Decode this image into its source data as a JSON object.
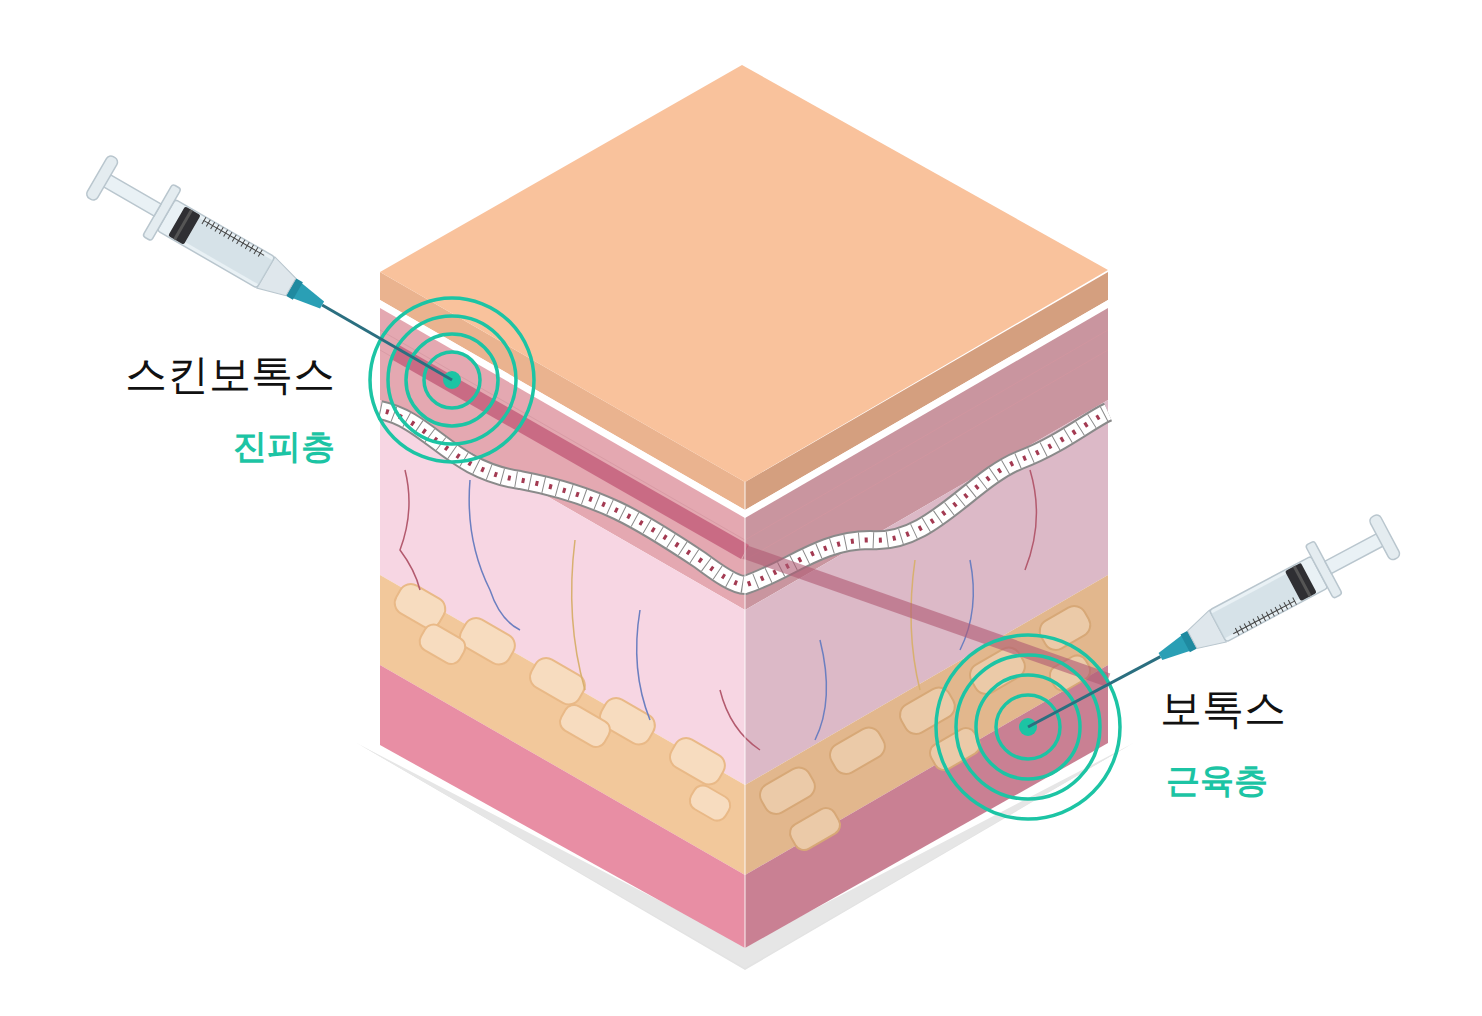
{
  "diagram": {
    "labels": [
      "스킨보톡스",
      "진피층",
      "보톡스",
      "근육층"
    ]
  }
}
